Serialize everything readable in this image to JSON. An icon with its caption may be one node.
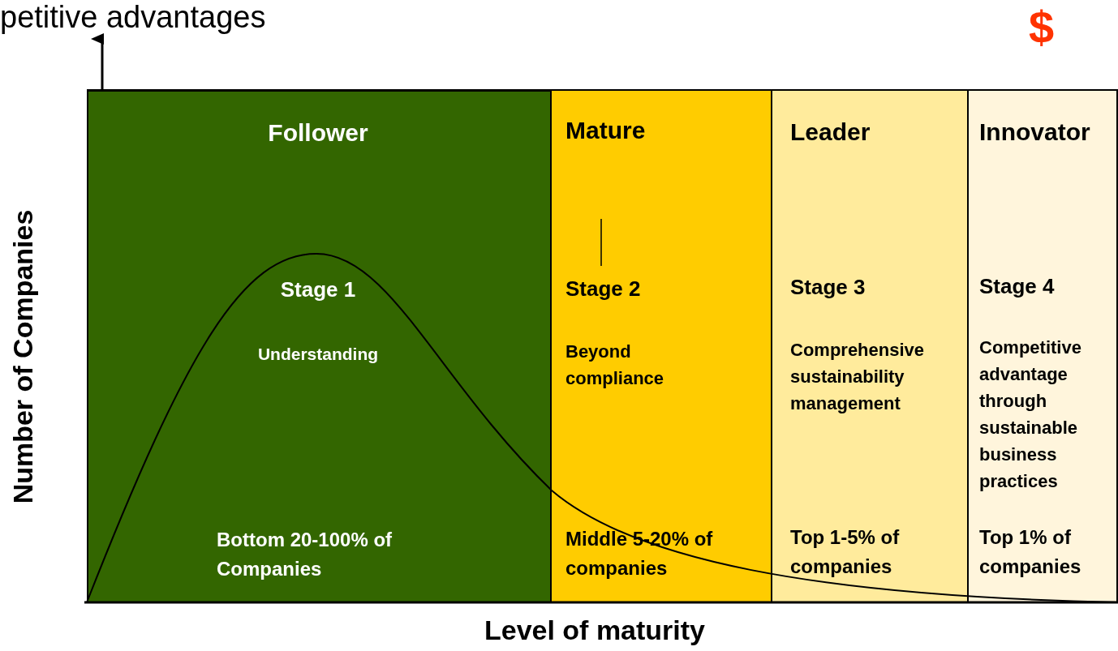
{
  "diagram": {
    "nodes": [
      {
        "text": [
          "Follower",
          "Stage 1",
          "Understanding",
          "Bottom 20-100% of Companies"
        ]
      },
      {
        "text": [
          "Mature",
          "Stage 2",
          "Beyond compliance",
          "Middle 5-20% of companies"
        ]
      },
      {
        "text": [
          "Leader",
          "Stage 3",
          "Comprehensive sustainability management",
          "Top 1-5% of companies"
        ]
      },
      {
        "text": [
          "Innovator",
          "Stage 4",
          "Competitive advantage through sustainable business practices",
          "Top 1% of companies"
        ]
      }
    ],
    "labels": [
      "petitive advantages",
      "$",
      "Number of Companies",
      "Level of maturity"
    ]
  }
}
